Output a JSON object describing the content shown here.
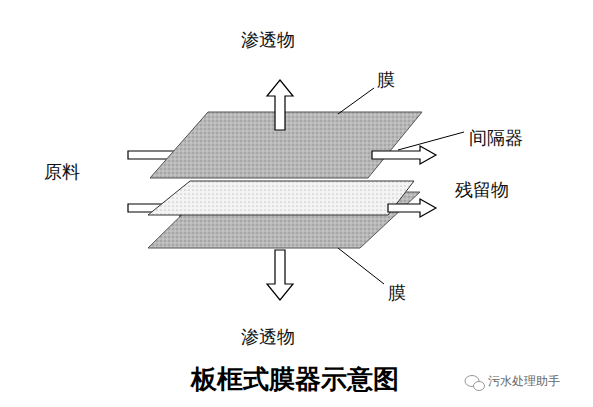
{
  "diagram": {
    "title": "板框式膜器示意图",
    "labels": [
      "渗透物",
      "膜",
      "间隔器",
      "原料",
      "残留物",
      "膜",
      "渗透物",
      "污水处理助手"
    ]
  }
}
